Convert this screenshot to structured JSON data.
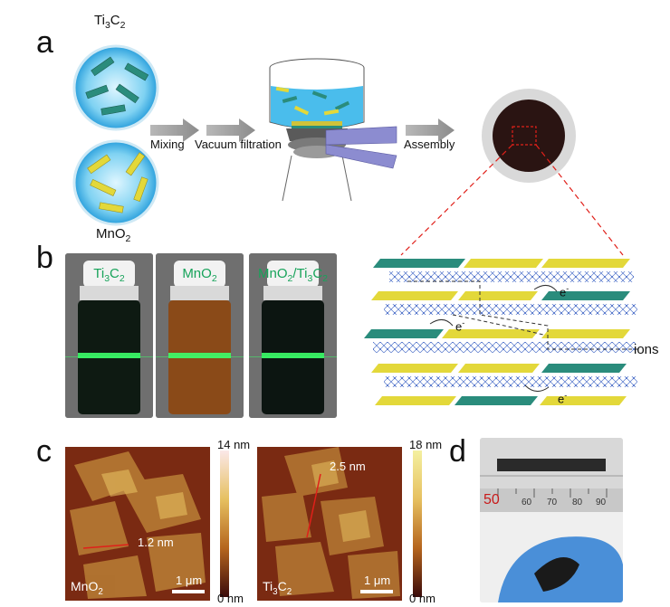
{
  "panels": {
    "a": {
      "letter": "a"
    },
    "b": {
      "letter": "b"
    },
    "c": {
      "letter": "c"
    },
    "d": {
      "letter": "d"
    }
  },
  "schematic": {
    "ti3c2": {
      "main": "Ti",
      "s1": "3",
      "mid": "C",
      "s2": "2"
    },
    "mno2": {
      "main": "MnO",
      "s1": "2"
    },
    "step_mixing": "Mixing",
    "step_filtration": "Vacuum filtration",
    "step_assembly": "Assembly",
    "ions_label": "ions",
    "electron_label": "e",
    "electron_sup": "-"
  },
  "vials": [
    {
      "main": "Ti",
      "s1": "3",
      "mid": "C",
      "s2": "2",
      "liquid": "#0e1a12"
    },
    {
      "main": "MnO",
      "s1": "2",
      "mid": "",
      "s2": "",
      "liquid": "#8a4a18"
    },
    {
      "main": "MnO",
      "s1": "2",
      "mid": "/Ti",
      "s2": "3",
      "tail": "C",
      "s3": "2",
      "liquid": "#0c1511"
    }
  ],
  "afm": {
    "left": {
      "corner_main": "MnO",
      "corner_sub": "2",
      "scale": "1 μm",
      "height_marker": "1.2 nm",
      "cb_max": "14 nm",
      "cb_min": "0 nm"
    },
    "right": {
      "corner_main": "Ti",
      "corner_s1": "3",
      "corner_mid": "C",
      "corner_s2": "2",
      "scale": "1 μm",
      "height_marker": "2.5 nm",
      "cb_max": "18 nm",
      "cb_min": "0 nm"
    }
  },
  "ruler": {
    "big_mark": "50",
    "ticks": [
      "60",
      "70",
      "80",
      "90"
    ]
  },
  "colors": {
    "arrow": "#9e9e9e",
    "ti3c2_flake": "#2a8c7c",
    "mno2_flake": "#e3d83a",
    "vial_green_text": "#17a35a",
    "laser": "#3cff6a",
    "afm_bg": "#7a2a12",
    "film": "#2a1412",
    "red_dash": "#e0201a"
  }
}
